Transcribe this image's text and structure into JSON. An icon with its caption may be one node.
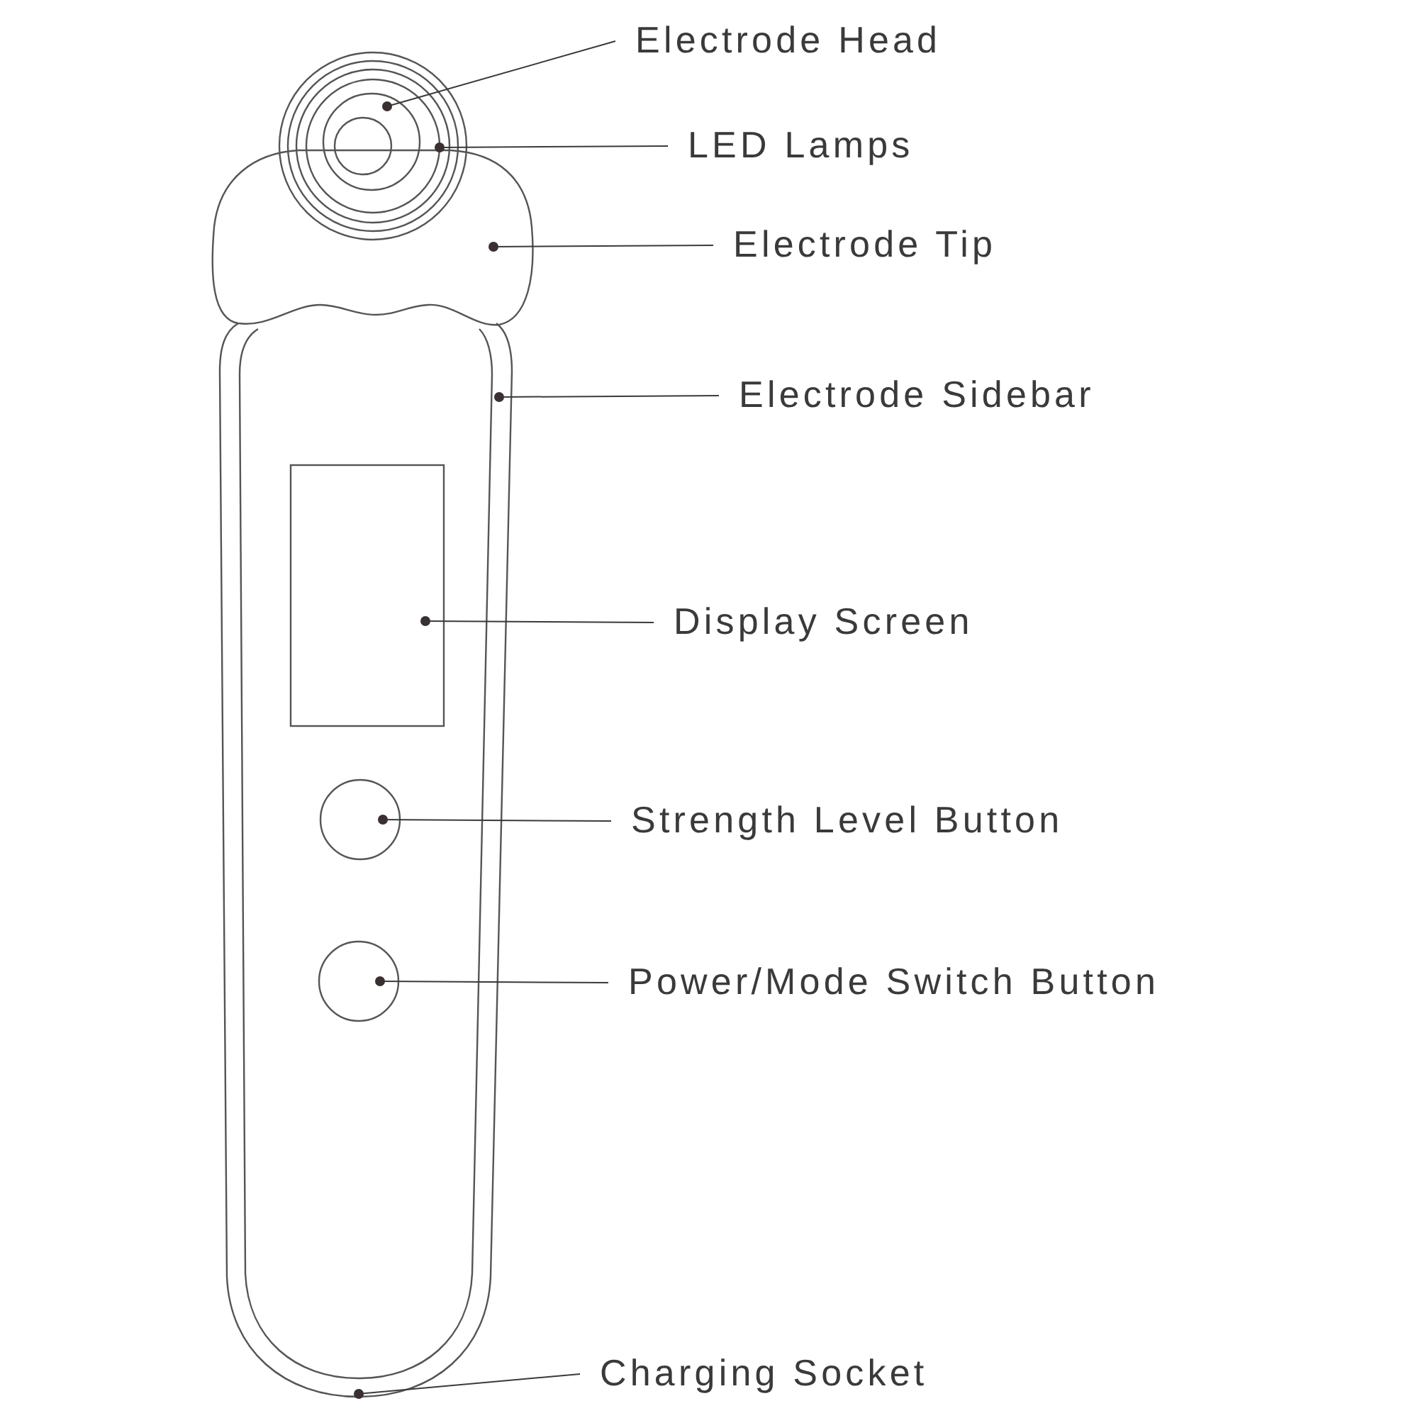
{
  "diagram": {
    "nodes": [
      {
        "text": [
          "Electrode Head"
        ]
      },
      {
        "text": [
          "LED Lamps"
        ]
      },
      {
        "text": [
          "Electrode Tip"
        ]
      },
      {
        "text": [
          "Electrode Sidebar"
        ]
      },
      {
        "text": [
          "Display Screen"
        ]
      },
      {
        "text": [
          "Strength Level Button"
        ]
      },
      {
        "text": [
          "Power/Mode Switch Button"
        ]
      },
      {
        "text": [
          "Charging Socket"
        ]
      },
      {
        "text": [],
        "shape": "circle",
        "in": 9
      },
      {
        "text": [],
        "shape": "circle"
      },
      {
        "text": [],
        "shape": "box"
      },
      {
        "text": [],
        "shape": "circle"
      },
      {
        "text": [],
        "shape": "circle"
      }
    ],
    "edges": [
      {
        "from": 0,
        "to": 8,
        "arrow": "other"
      },
      {
        "from": 1,
        "to": 9,
        "arrow": "other"
      },
      {
        "from": 2,
        "to": null,
        "arrow": "other"
      },
      {
        "from": 3,
        "to": null,
        "arrow": "other"
      },
      {
        "from": 4,
        "to": 10,
        "arrow": "other"
      },
      {
        "from": 5,
        "to": 11,
        "arrow": "other"
      },
      {
        "from": 6,
        "to": 12,
        "arrow": "other"
      },
      {
        "from": 7,
        "to": null,
        "arrow": "other"
      }
    ]
  }
}
